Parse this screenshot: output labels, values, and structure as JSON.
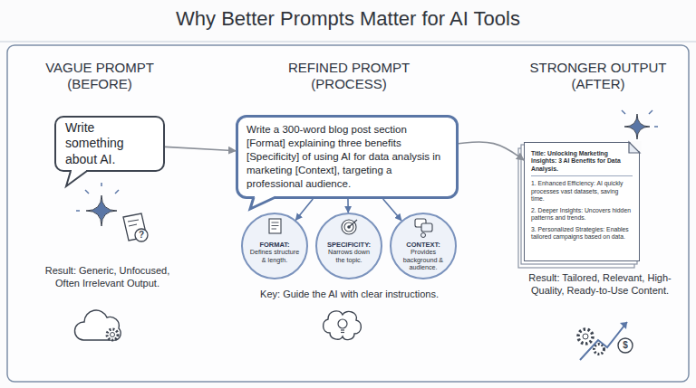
{
  "diagram": {
    "title": "Why Better Prompts Matter for AI Tools",
    "nodes": [
      {
        "text": [
          "Write something about AI."
        ]
      },
      {
        "text": [
          "Write a 300-word blog post section [Format] explaining three benefits [Specificity] of using AI for data analysis in marketing [Context], targeting a professional audience."
        ]
      },
      {
        "text": [
          "FORMAT:",
          "Defines structure & length."
        ]
      },
      {
        "text": [
          "SPECIFICITY:",
          "Narrows down the topic."
        ]
      },
      {
        "text": [
          "CONTEXT:",
          "Provides background & audience."
        ]
      },
      {
        "text": [
          "Title: Unlocking Marketing Insights: 3 AI Benefits for Data Analysis.",
          "1. Enhanced Efficiency: AI quickly processes vast datasets, saving time.",
          "2. Deeper Insights: Uncovers hidden patterns and trends.",
          "3. Personalized Strategies: Enables tailored campaigns based on data."
        ]
      }
    ],
    "edges": [
      {
        "from": 0,
        "to": 1,
        "arrow": "to"
      },
      {
        "from": 1,
        "to": 2,
        "arrow": "to"
      },
      {
        "from": 1,
        "to": 3,
        "arrow": "to"
      },
      {
        "from": 1,
        "to": 4,
        "arrow": "to"
      },
      {
        "from": 1,
        "to": 5,
        "arrow": "to"
      }
    ],
    "labels": [
      "VAGUE PROMPT (BEFORE)",
      "REFINED PROMPT (PROCESS)",
      "STRONGER OUTPUT (AFTER)",
      "Result: Generic, Unfocused, Often Irrelevant Output.",
      "Key: Guide the AI with clear instructions.",
      "Result: Tailored, Relevant, High-Quality, Ready-to-Use Content.",
      "?",
      "$"
    ]
  }
}
